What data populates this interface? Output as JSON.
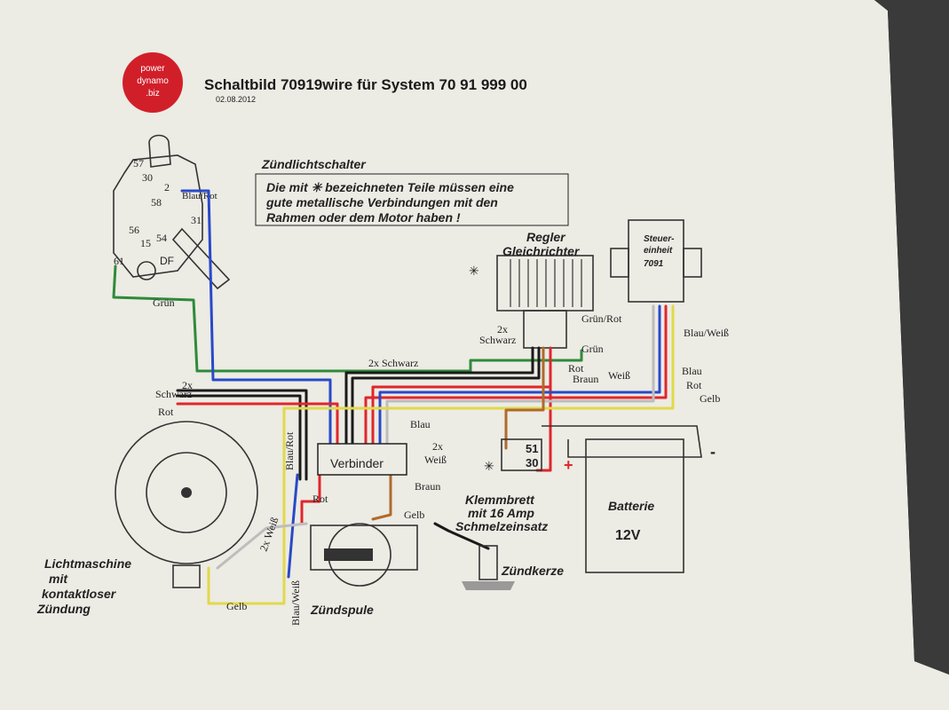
{
  "header": {
    "logo_line1": "power",
    "logo_line2": "dynamo",
    "logo_line3": ".biz",
    "title": "Schaltbild 70919wire für System 70 91 999 00",
    "date": "02.08.2012"
  },
  "note": {
    "line1": "Die mit ✳ bezeichneten Teile müssen eine",
    "line2": "gute metallische Verbindungen mit den",
    "line3": "Rahmen oder dem Motor haben !"
  },
  "components": {
    "switch": "Zündlichtschalter",
    "regler_line1": "Regler",
    "regler_line2": "Gleichrichter",
    "steuer_line1": "Steuer-",
    "steuer_line2": "einheit",
    "steuer_line3": "7091",
    "verbinder": "Verbinder",
    "lima_line1": "Lichtmaschine",
    "lima_line2": "mit",
    "lima_line3": "kontaktloser",
    "lima_line4": "Zündung",
    "zuendspule": "Zündspule",
    "zuendkerze": "Zündkerze",
    "klemm_line1": "Klemmbrett",
    "klemm_line2": "mit  16 Amp",
    "klemm_line3": "Schmelzeinsatz",
    "batterie": "Batterie",
    "voltage": "12V"
  },
  "terminals": {
    "t57": "57",
    "t30": "30",
    "t2": "2",
    "t58": "58",
    "t31": "31",
    "t56": "56",
    "t15": "15",
    "t54": "54",
    "t61": "61",
    "tdf": "DF",
    "k51": "51",
    "k30": "30",
    "plus": "+",
    "minus": "-"
  },
  "wire_labels": {
    "switch_blaurot": "Blau/Rot",
    "gruen_left": "Grün",
    "top_2x_schwarz": "2x Schwarz",
    "left_2x": "2x",
    "left_schwarz": "Schwarz",
    "left_rot": "Rot",
    "reg_gruenrot": "Grün/Rot",
    "reg_2x": "2x",
    "reg_schwarz": "Schwarz",
    "reg_gruen": "Grün",
    "reg_rot": "Rot",
    "reg_braun": "Braun",
    "st_weiss": "Weiß",
    "st_blauweiss": "Blau/Weiß",
    "st_blau": "Blau",
    "st_rot": "Rot",
    "st_gelb": "Gelb",
    "v_blau": "Blau",
    "v_2x": "2x",
    "v_weiss": "Weiß",
    "v_blaurot": "Blau/Rot",
    "v_rot": "Rot",
    "v_braun": "Braun",
    "v_gelb": "Gelb",
    "l_2xweiss": "2x Weiß",
    "l_gelb": "Gelb",
    "l_blauweiss": "Blau/Weiß"
  },
  "colors": {
    "green": "#2f8a3a",
    "red": "#e0262b",
    "blue": "#2949c9",
    "black": "#1a1a1a",
    "yellow": "#e2d94a",
    "brown": "#b06a2c",
    "purple": "#7a5ab8",
    "logo_red": "#d11f2a"
  }
}
